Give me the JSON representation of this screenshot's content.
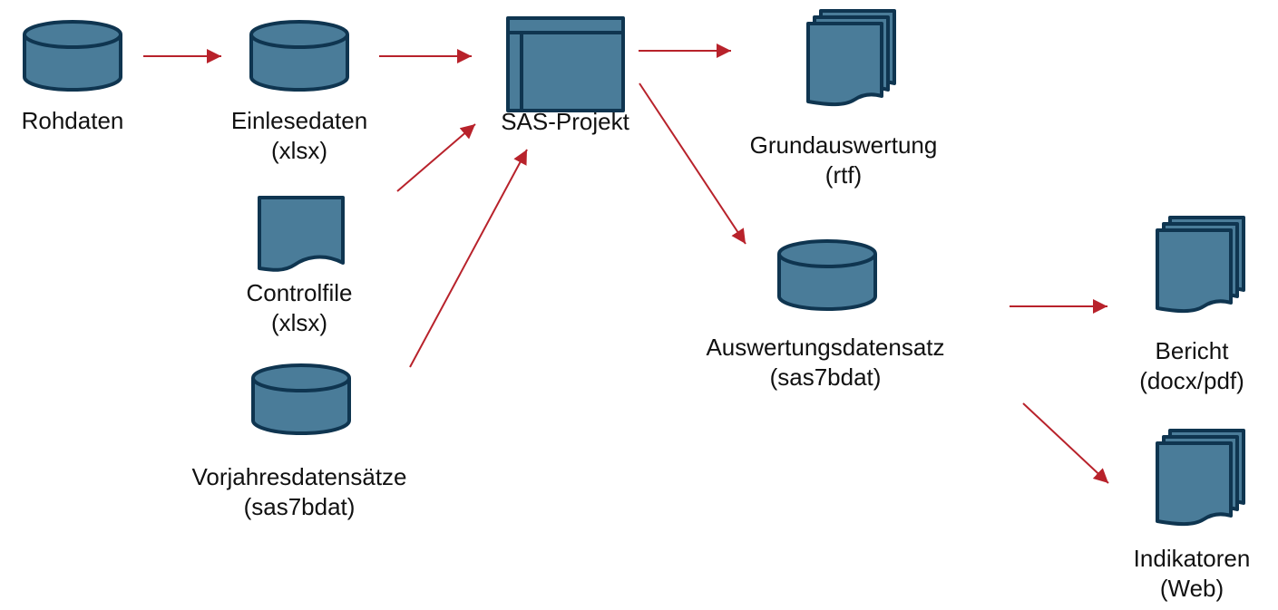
{
  "colors": {
    "shape_fill": "#4a7c99",
    "shape_stroke": "#0f3550",
    "arrow": "#b8222b",
    "text": "#111111"
  },
  "nodes": {
    "rohdaten": {
      "icon": "database-icon",
      "label": "Rohdaten"
    },
    "einlesedaten": {
      "icon": "database-icon",
      "line1": "Einlesedaten",
      "line2": "(xlsx)"
    },
    "controlfile": {
      "icon": "document-icon",
      "line1": "Controlfile",
      "line2": "(xlsx)"
    },
    "vorjahr": {
      "icon": "database-icon",
      "line1": "Vorjahresdatensätze",
      "line2": "(sas7bdat)"
    },
    "sas_projekt": {
      "icon": "window-icon",
      "label": "SAS-Projekt"
    },
    "grundauswertung": {
      "icon": "multi-document-icon",
      "line1": "Grundauswertung",
      "line2": "(rtf)"
    },
    "auswertungsdatensatz": {
      "icon": "database-icon",
      "line1": "Auswertungsdatensatz",
      "line2": "(sas7bdat)"
    },
    "bericht": {
      "icon": "multi-document-icon",
      "line1": "Bericht",
      "line2": "(docx/pdf)"
    },
    "indikatoren": {
      "icon": "multi-document-icon",
      "line1": "Indikatoren",
      "line2": "(Web)"
    }
  },
  "edges": [
    {
      "from": "rohdaten",
      "to": "einlesedaten"
    },
    {
      "from": "einlesedaten",
      "to": "sas_projekt"
    },
    {
      "from": "controlfile",
      "to": "sas_projekt"
    },
    {
      "from": "vorjahr",
      "to": "sas_projekt"
    },
    {
      "from": "sas_projekt",
      "to": "grundauswertung"
    },
    {
      "from": "sas_projekt",
      "to": "auswertungsdatensatz"
    },
    {
      "from": "auswertungsdatensatz",
      "to": "bericht"
    },
    {
      "from": "auswertungsdatensatz",
      "to": "indikatoren"
    }
  ]
}
